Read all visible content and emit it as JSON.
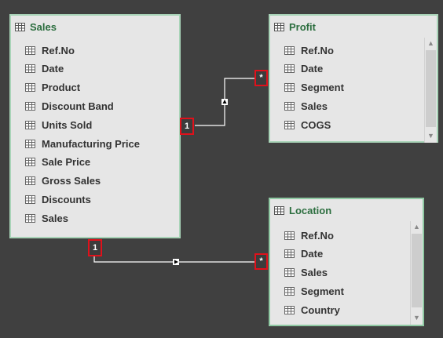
{
  "tables": {
    "sales": {
      "title": "Sales",
      "fields": [
        "Ref.No",
        "Date",
        "Product",
        "Discount Band",
        "Units Sold",
        "Manufacturing Price",
        "Sale Price",
        "Gross Sales",
        "Discounts",
        "Sales"
      ]
    },
    "profit": {
      "title": "Profit",
      "fields": [
        "Ref.No",
        "Date",
        "Segment",
        "Sales",
        "COGS"
      ]
    },
    "location": {
      "title": "Location",
      "fields": [
        "Ref.No",
        "Date",
        "Sales",
        "Segment",
        "Country"
      ]
    }
  },
  "relationships": {
    "sales_profit": {
      "from_cardinality": "1",
      "to_cardinality": "*"
    },
    "sales_location": {
      "from_cardinality": "1",
      "to_cardinality": "*"
    }
  },
  "icons": {
    "table": "table-icon",
    "field": "field-table-icon",
    "scroll_up": "chevron-up-icon",
    "scroll_down": "chevron-down-icon"
  },
  "colors": {
    "canvas": "#404040",
    "card": "#e6e6e6",
    "card_border": "#a9d4b8",
    "title": "#2c6e3f",
    "field_text": "#333333",
    "badge_border": "#e0111b",
    "line": "#ffffff"
  }
}
